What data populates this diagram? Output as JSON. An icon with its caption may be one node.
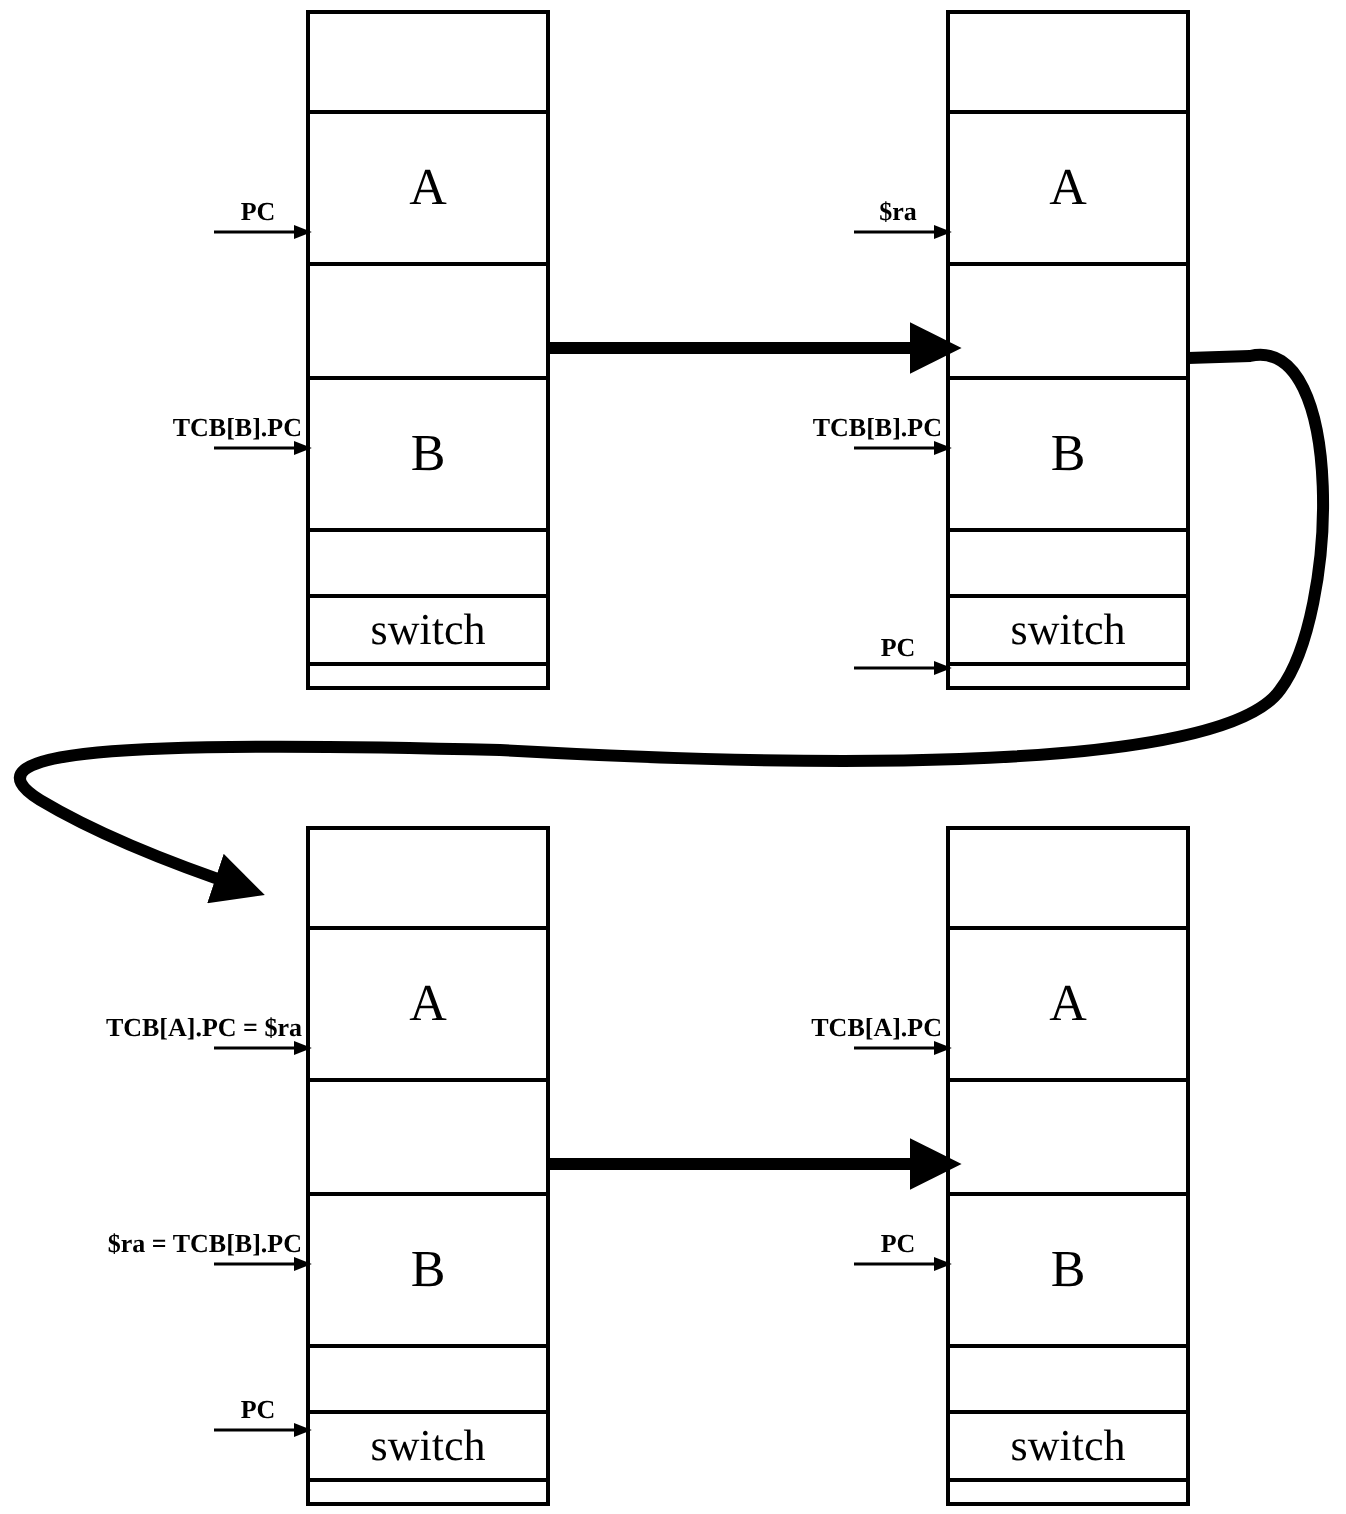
{
  "diagram": {
    "nodes": [
      {
        "text": [],
        "shape": "box"
      },
      {
        "text": [],
        "shape": "box",
        "in": 0
      },
      {
        "text": [
          "A"
        ],
        "in": 0
      },
      {
        "text": [],
        "shape": "box",
        "in": 0
      },
      {
        "text": [
          "B"
        ],
        "in": 0
      },
      {
        "text": [],
        "shape": "box",
        "in": 0
      },
      {
        "text": [
          "switch"
        ],
        "in": 0
      },
      {
        "text": [],
        "shape": "box",
        "in": 0
      },
      {
        "text": [
          "PC"
        ]
      },
      {
        "text": [
          "TCB[B].PC"
        ]
      },
      {
        "text": [],
        "shape": "box"
      },
      {
        "text": [],
        "shape": "box",
        "in": 10
      },
      {
        "text": [
          "A"
        ],
        "in": 10
      },
      {
        "text": [],
        "shape": "box",
        "in": 10
      },
      {
        "text": [
          "B"
        ],
        "in": 10
      },
      {
        "text": [],
        "shape": "box",
        "in": 10
      },
      {
        "text": [
          "switch"
        ],
        "in": 10
      },
      {
        "text": [],
        "shape": "box",
        "in": 10
      },
      {
        "text": [
          "$ra"
        ]
      },
      {
        "text": [
          "TCB[B].PC"
        ]
      },
      {
        "text": [
          "PC"
        ]
      },
      {
        "text": [],
        "shape": "box"
      },
      {
        "text": [],
        "shape": "box",
        "in": 21
      },
      {
        "text": [
          "A"
        ],
        "in": 21
      },
      {
        "text": [],
        "shape": "box",
        "in": 21
      },
      {
        "text": [
          "B"
        ],
        "in": 21
      },
      {
        "text": [],
        "shape": "box",
        "in": 21
      },
      {
        "text": [
          "switch"
        ],
        "in": 21
      },
      {
        "text": [],
        "shape": "box",
        "in": 21
      },
      {
        "text": [
          "TCB[A].PC = $ra"
        ]
      },
      {
        "text": [
          "$ra = TCB[B].PC"
        ]
      },
      {
        "text": [
          "PC"
        ]
      },
      {
        "text": [],
        "shape": "box"
      },
      {
        "text": [],
        "shape": "box",
        "in": 32
      },
      {
        "text": [
          "A"
        ],
        "in": 32
      },
      {
        "text": [],
        "shape": "box",
        "in": 32
      },
      {
        "text": [
          "B"
        ],
        "in": 32
      },
      {
        "text": [],
        "shape": "box",
        "in": 32
      },
      {
        "text": [
          "switch"
        ],
        "in": 32
      },
      {
        "text": [],
        "shape": "box",
        "in": 32
      },
      {
        "text": [
          "TCB[A].PC"
        ]
      },
      {
        "text": [
          "PC"
        ]
      }
    ],
    "edges": [
      {
        "from": 8,
        "to": 0,
        "arrow": "to"
      },
      {
        "from": 9,
        "to": 0,
        "arrow": "to"
      },
      {
        "from": 0,
        "to": 10,
        "arrow": "to",
        "style": "thick"
      },
      {
        "from": 18,
        "to": 10,
        "arrow": "to"
      },
      {
        "from": 19,
        "to": 10,
        "arrow": "to"
      },
      {
        "from": 20,
        "to": 10,
        "arrow": "to"
      },
      {
        "from": 10,
        "to": 21,
        "arrow": "to",
        "style": "thick"
      },
      {
        "from": 29,
        "to": 21,
        "arrow": "to"
      },
      {
        "from": 30,
        "to": 21,
        "arrow": "to"
      },
      {
        "from": 31,
        "to": 21,
        "arrow": "to"
      },
      {
        "from": 21,
        "to": 32,
        "arrow": "to",
        "style": "thick"
      },
      {
        "from": 40,
        "to": 32,
        "arrow": "to"
      },
      {
        "from": 41,
        "to": 32,
        "arrow": "to"
      }
    ]
  }
}
